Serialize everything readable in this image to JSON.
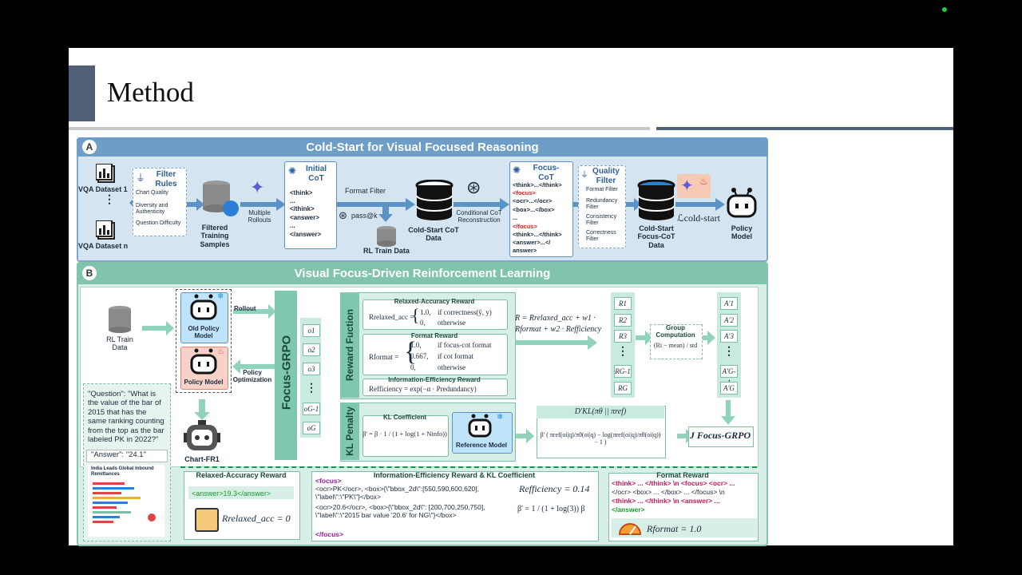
{
  "slide": {
    "title": "Method"
  },
  "panelA": {
    "label": "A",
    "title": "Cold-Start for Visual Focused Reasoning",
    "datasets": [
      "VQA Dataset 1",
      "VQA Dataset n"
    ],
    "filter_rules": {
      "title": "Filter Rules",
      "items": [
        "Chart Quality",
        "Diversity and Authenticity",
        "Question Difficulty"
      ]
    },
    "filtered_samples": "Filtered Training Samples",
    "multiple_rollouts": "Multiple Rollouts",
    "initial_cot": {
      "title": "Initial CoT",
      "lines": [
        "<think>",
        "...",
        "</think>",
        "<answer>",
        "...",
        "</answer>"
      ]
    },
    "format_filter": "Format Filter",
    "pass_at_k": "pass@k",
    "rl_train_data": "RL Train Data",
    "cold_start_cot": "Cold-Start CoT Data",
    "conditional_cot": "Conditional CoT Reconstruction",
    "focus_cot": {
      "title": "Focus-CoT",
      "lines": [
        "<think>...</think>",
        "<focus>",
        "<ocr>...</ocr>",
        "<box>...</box>",
        "...",
        "</focus>",
        "<think>...</think>",
        "<answer>...</",
        "answer>"
      ]
    },
    "quality_filter": {
      "title": "Quality Filter",
      "items": [
        "Format Filter",
        "Redundancy Filter",
        "Consistency Filter",
        "Correctness Filter"
      ]
    },
    "cold_start_focus": "Cold-Start Focus-CoT Data",
    "loss": "ℒcold-start",
    "policy_model": "Policy Model"
  },
  "panelB": {
    "label": "B",
    "title": "Visual Focus-Driven Reinforcement Learning",
    "rl_train_data": "RL Train Data",
    "old_policy": "Old Policy Model",
    "policy_model": "Policy Model",
    "rollout": "Rollout",
    "policy_opt": "Policy Optimization",
    "focus_grpo": "Focus-GRPO",
    "chart_fr1": "Chart-FR1",
    "question": "\"Question\": \"What is the value of the bar of 2015 that has the same ranking counting from the top as the bar labeled PK in 2022?\"",
    "answer": "\"Answer\": \"24.1\"",
    "chart_thumb_title": "India Leads Global Inbound Remittances",
    "outputs": [
      "o1",
      "o2",
      "o3",
      "⋮",
      "oG-1",
      "oG"
    ],
    "reward_function": "Reward Fuction",
    "relaxed_reward": {
      "title": "Relaxed-Accuracy Reward",
      "lhs": "Rrelaxed_acc =",
      "c1": "1.0,",
      "c1c": "if correctness(ŷ, y)",
      "c2": "0,",
      "c2c": "otherwise"
    },
    "format_reward": {
      "title": "Format Reward",
      "lhs": "Rformat =",
      "c1": "1.0,",
      "c1c": "if focus-cot format",
      "c2": "0.667,",
      "c2c": "if cot format",
      "c3": "0,",
      "c3c": "otherwise"
    },
    "info_reward": {
      "title": "Information-Efficiency Reward",
      "formula": "Refficiency = exp(−α · Predundancy)"
    },
    "total_reward": "R = Rrelaxed_acc + w1 · Rformat + w2 · Refficiency",
    "rewards": [
      "R1",
      "R2",
      "R3",
      "⋮",
      "RG-1",
      "RG"
    ],
    "group_comp": {
      "title": "Group Computation",
      "formula": "(Ri − mean) / std"
    },
    "advantages": [
      "A'1",
      "A'2",
      "A'3",
      "⋮",
      "A'G-1",
      "A'G"
    ],
    "kl_penalty": "KL Penalty",
    "kl_coeff": {
      "title": "KL Coefficient",
      "formula": "β' = β · 1 / (1 + log(1 + Ninfo))"
    },
    "reference_model": "Reference Model",
    "kl_div": "D'KL(πθ || πref)",
    "kl_formula": "β' ( πref(oi|q)/πθ(oi|q) − log(πref(oi|q)/πθ(oi|q)) − 1 )",
    "objective": "J Focus-GRPO",
    "ex_relaxed": {
      "title": "Relaxed-Accuracy Reward",
      "answer": "<answer>19.3</answer>",
      "result": "Rrelaxed_acc = 0"
    },
    "ex_info": {
      "title": "Information-Efficiency Reward & KL Coefficient",
      "lines": [
        "<focus>",
        "<ocr>PK</ocr>, <box>{\\\"bbox_2d\\\":[550,590,600,620], \\\"label\\\":\\\"PK\\\"}</box>",
        "<ocr>20.6</ocr>, <box>{\\\"bbox_2d\\\": [200,700,250,750], \\\"label\\\":\\\"2015 bar value '20.6' for NG\\\"}</box>",
        "</focus>"
      ],
      "eff": "Refficiency = 0.14",
      "beta": "β' = 1 / (1 + log(3)) β"
    },
    "ex_format": {
      "title": "Format Reward",
      "line1": "<think> ... </think> \\n <focus> <ocr> ...",
      "line2": "</ocr> <box> ... </box> ... </focus> \\n",
      "line3": "<think> ... </think> \\n <answer> ... ",
      "line4": "</answer>",
      "result": "Rformat = 1.0"
    }
  }
}
